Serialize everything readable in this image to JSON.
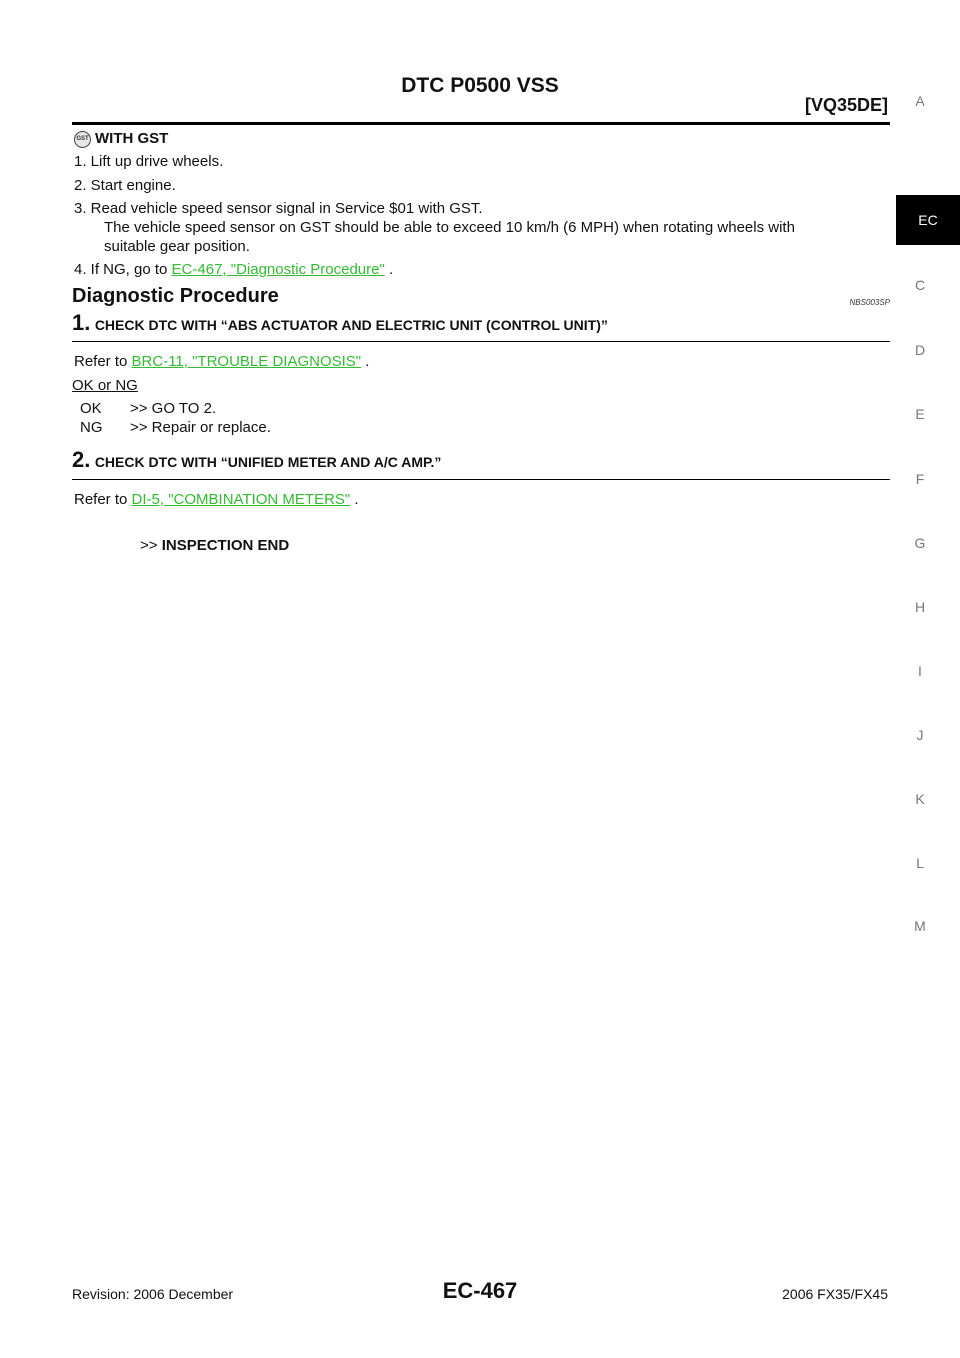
{
  "header": {
    "title": "DTC P0500 VSS",
    "engine": "[VQ35DE]"
  },
  "gst": {
    "icon_label": "GST",
    "heading": "WITH GST",
    "steps": [
      "1.   Lift up drive wheels.",
      "2.   Start engine.",
      "3.   Read vehicle speed sensor signal in Service $01 with GST.",
      "The vehicle speed sensor on GST should be able to exceed 10 km/h (6 MPH) when rotating wheels with",
      "suitable gear position.",
      "4.   If NG, go to "
    ],
    "step4_link": "EC-467, \"Diagnostic Procedure\"",
    "step4_tail": " ."
  },
  "diag": {
    "title": "Diagnostic Procedure",
    "code": "NBS003SP",
    "step1": {
      "num": "1.",
      "title": "CHECK DTC WITH “ABS ACTUATOR AND ELECTRIC UNIT (CONTROL UNIT)”",
      "refer_prefix": "Refer to ",
      "link": "BRC-11, \"TROUBLE DIAGNOSIS\"",
      "refer_tail": " .",
      "result_label": "OK or NG",
      "ok_key": "OK",
      "ok_text": ">> GO TO 2.",
      "ng_key": "NG",
      "ng_text": ">> Repair or replace."
    },
    "step2": {
      "num": "2.",
      "title": "CHECK DTC WITH “UNIFIED METER AND A/C AMP.”",
      "refer_prefix": "Refer to ",
      "link": "DI-5, \"COMBINATION METERS\"",
      "refer_tail": " .",
      "end_arrow": ">>",
      "end_text": "INSPECTION END"
    }
  },
  "footer": {
    "revision": "Revision: 2006 December",
    "page": "EC-467",
    "model": "2006 FX35/FX45"
  },
  "tabs": [
    "A",
    "EC",
    "C",
    "D",
    "E",
    "F",
    "G",
    "H",
    "I",
    "J",
    "K",
    "L",
    "M"
  ]
}
